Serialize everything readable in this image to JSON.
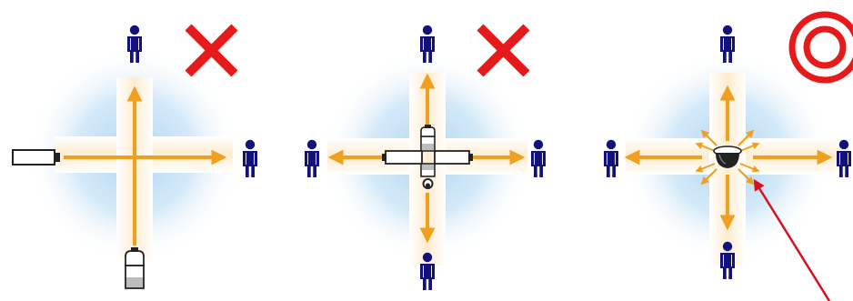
{
  "panels": [
    {
      "id": "single-box-camera",
      "verdict": "bad",
      "verdict_symbol": "cross",
      "cameras": [
        "box-camera",
        "bullet-camera"
      ],
      "people_count": 2
    },
    {
      "id": "multiple-cameras",
      "verdict": "bad",
      "verdict_symbol": "cross",
      "cameras": [
        "box-camera-left",
        "box-camera-right",
        "bullet-camera-up",
        "bullet-camera-down"
      ],
      "people_count": 4
    },
    {
      "id": "dome-camera",
      "verdict": "good",
      "verdict_symbol": "double-circle",
      "cameras": [
        "dome-camera"
      ],
      "people_count": 4
    }
  ],
  "colors": {
    "glow": "#a9d3f0",
    "arrow": "#f0a01e",
    "cross": "#e61a1a",
    "pointer": "#d8101e",
    "person": "#12127a",
    "camera_outline": "#333333"
  },
  "icons": [
    "person-icon",
    "cross-icon",
    "double-circle-icon",
    "box-camera-icon",
    "bullet-camera-icon",
    "dome-camera-icon",
    "pointer-arrow-icon"
  ]
}
